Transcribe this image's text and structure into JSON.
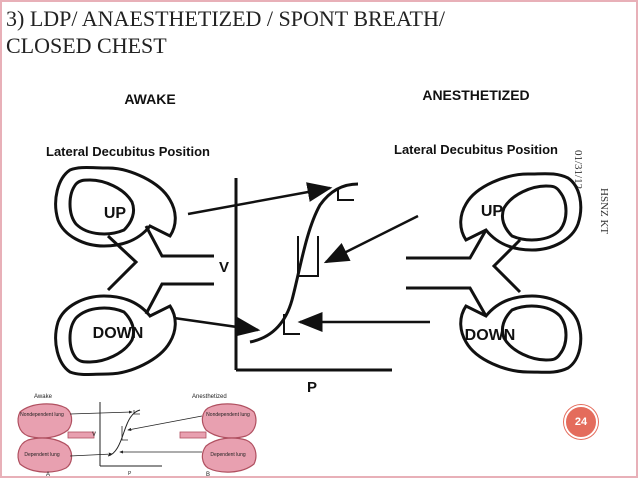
{
  "slide": {
    "title_line1": "3) LDP/ ANAESTHETIZED / SPONT BREATH/",
    "title_line2": "CLOSED CHEST",
    "date": "01/31/12",
    "side_note": "HSNZ KT",
    "page_number": "24"
  },
  "main_figure": {
    "awake_label": "AWAKE",
    "anesthetized_label": "ANESTHETIZED",
    "position_label_left": "Lateral Decubitus Position",
    "position_label_right": "Lateral Decubitus Position",
    "up_label": "UP",
    "down_label": "DOWN",
    "y_axis_label": "V",
    "x_axis_label": "P"
  },
  "inset_figure": {
    "awake_label": "Awake",
    "anesthetized_label": "Anesthetized",
    "nondependent_label": "Nondependent lung",
    "dependent_label": "Dependent lung",
    "y_axis_label": "V",
    "x_axis_label": "P",
    "panel_a": "A",
    "panel_b": "B"
  },
  "colors": {
    "border": "#e8b0b8",
    "badge": "#e46c5c",
    "inset_lung": "#e8a0b0",
    "inset_lung_stroke": "#b05060"
  }
}
